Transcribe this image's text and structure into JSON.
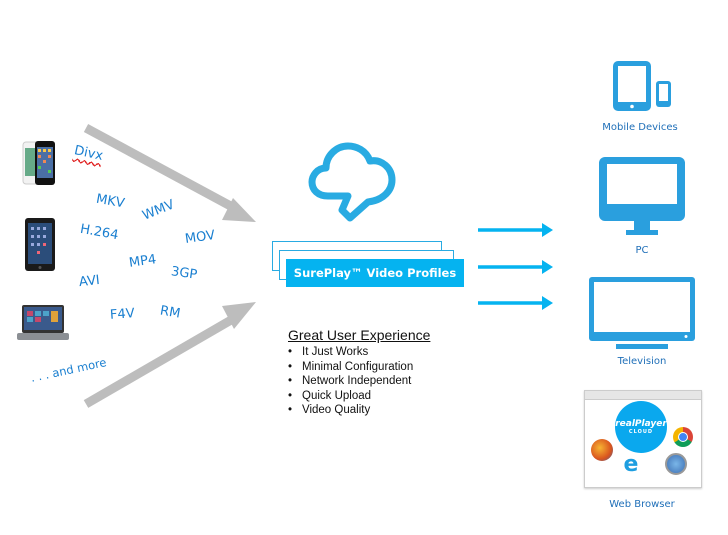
{
  "colors": {
    "accent": "#05b3f0",
    "icon_blue": "#2a9fde",
    "format_text": "#1a7fd0",
    "gray_arrow": "#bdbdbd"
  },
  "sources": {
    "devices": [
      {
        "name": "smartphones",
        "icon": "smartphone-icon"
      },
      {
        "name": "tablet",
        "icon": "tablet-icon"
      },
      {
        "name": "laptop",
        "icon": "laptop-icon"
      }
    ],
    "formats": [
      "Divx",
      "MKV",
      "WMV",
      "H.264",
      "MOV",
      "MP4",
      "3GP",
      "AVI",
      "F4V",
      "RM"
    ],
    "more_label": ". . . and more"
  },
  "center": {
    "cloud_icon": "cloud-icon",
    "banner_label": "SurePlay™ Video Profiles",
    "ux_title": "Great User Experience",
    "ux_items": [
      "It Just Works",
      "Minimal Configuration",
      "Network Independent",
      "Quick Upload",
      "Video Quality"
    ]
  },
  "targets": [
    {
      "label": "Mobile Devices",
      "icon": "mobile-devices-icon"
    },
    {
      "label": "PC",
      "icon": "pc-monitor-icon"
    },
    {
      "label": "Television",
      "icon": "television-icon"
    },
    {
      "label": "Web Browser",
      "icon": "web-browser-icon",
      "logo_text": "realPlayer",
      "logo_sub": "CLOUD"
    }
  ]
}
